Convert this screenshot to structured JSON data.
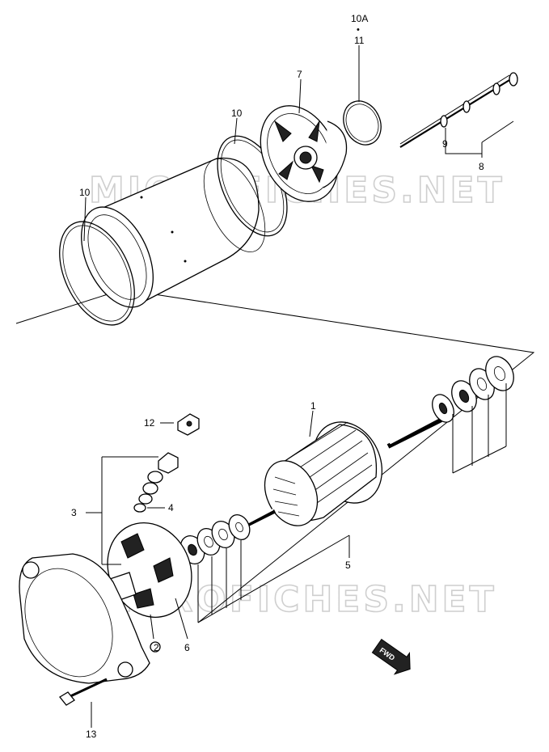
{
  "watermark": {
    "text": "MICROFICHES.NET"
  },
  "callouts": [
    {
      "id": "1",
      "text": "1"
    },
    {
      "id": "2",
      "text": "2"
    },
    {
      "id": "3",
      "text": "3"
    },
    {
      "id": "4",
      "text": "4"
    },
    {
      "id": "5",
      "text": "5"
    },
    {
      "id": "6",
      "text": "6"
    },
    {
      "id": "7",
      "text": "7"
    },
    {
      "id": "8",
      "text": "8"
    },
    {
      "id": "9",
      "text": "9"
    },
    {
      "id": "10a_left",
      "text": "10"
    },
    {
      "id": "10b_top",
      "text": "10"
    },
    {
      "id": "10A",
      "text": "10A"
    },
    {
      "id": "11",
      "text": "11"
    },
    {
      "id": "12",
      "text": "12"
    },
    {
      "id": "13",
      "text": "13"
    }
  ],
  "fwd_badge": {
    "text": "FWD"
  }
}
